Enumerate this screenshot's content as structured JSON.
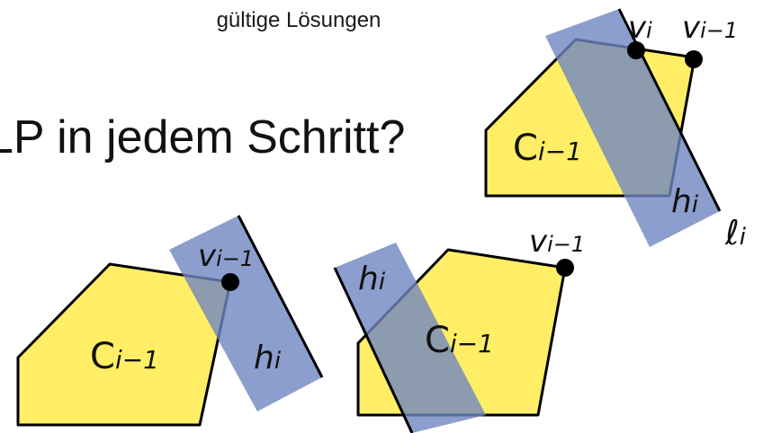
{
  "caption": "gültige Lösungen",
  "headline": "LP in jedem Schritt?",
  "colors": {
    "region_fill": "#ffee66",
    "halfplane_fill": "#6f86c0",
    "outline": "#000000",
    "text": "#111111"
  },
  "labels": {
    "vi": "v",
    "vi_sub": "i",
    "vim1": "v",
    "vim1_sub": "i−1",
    "C": "C",
    "C_sub": "i−1",
    "h": "h",
    "h_sub": "i",
    "l": "ℓ",
    "l_sub": "i"
  }
}
